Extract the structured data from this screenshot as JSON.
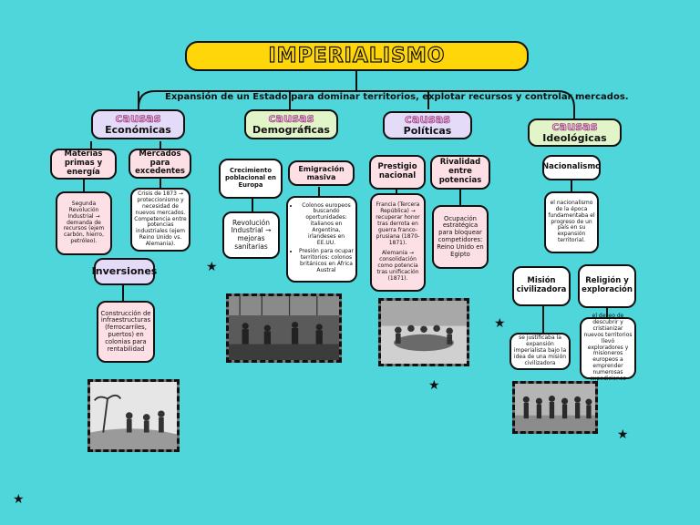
{
  "title": "IMPERIALISMO",
  "definition": "Expansión de un Estado para dominar territorios, explotar recursos y controlar mercados.",
  "causas": [
    {
      "label": "causas",
      "type": "Económicas"
    },
    {
      "label": "causas",
      "type": "Demográficas"
    },
    {
      "label": "causas",
      "type": "Políticas"
    },
    {
      "label": "causas",
      "type": "Ideológicas"
    }
  ],
  "economicas": {
    "materias_primas": "Materias primas y energía",
    "materias_text": "Segunda Revolución Industrial → demanda de recursos (ejem carbón, hierro, petróleo).",
    "mercados": "Mercados para excedentes",
    "mercados_text": "Crisis de 1873 → proteccionismo y necesidad de nuevos mercados. Competencia entre potencias industriales (ejem Reino Unido vs. Alemania).",
    "inversiones": "Inversiones",
    "inversiones_text": "Construcción de infraestructuras (ferrocarriles, puertos) en colonias para rentabilidad"
  },
  "demograficas": {
    "crecimiento": "Crecimiento poblacional en Europa",
    "revolucion": "Revolución Industrial → mejoras sanitarias",
    "emigracion": "Emigración masiva",
    "emigracion_1": "Colonos europeos buscando oportunidades: italianos en Argentina, irlandeses en EE.UU.",
    "emigracion_2": "Presión para ocupar territorios: colonos británicos en África Austral"
  },
  "politicas": {
    "prestigio": "Prestigio nacional",
    "prestigio_text_1": "Francia (Tercera República) → recuperar honor tras derrota en guerra franco-prusiana (1870-1871).",
    "prestigio_text_2": "Alemania → consolidación como potencia tras unificación (1871).",
    "rivalidad": "Rivalidad entre potencias",
    "rivalidad_text": "Ocupación estratégica para bloquear competidores: Reino Unido en Egipto"
  },
  "ideologicas": {
    "nacionalismo": "Nacionalismo",
    "nacionalismo_text": "el nacionalismo de la época fundamentaba el progreso de un país en su expansión territorial.",
    "mision": "Misión civilizadora",
    "mision_text": "se justificaba la expansión imperialista bajo la idea de una misión civilizadora",
    "religion": "Religión y exploración",
    "religion_text": "el deseo de descubrir y cristianizar nuevos territorios llevó exploradores y misioneros europeos a emprender numerosas expediciones"
  }
}
